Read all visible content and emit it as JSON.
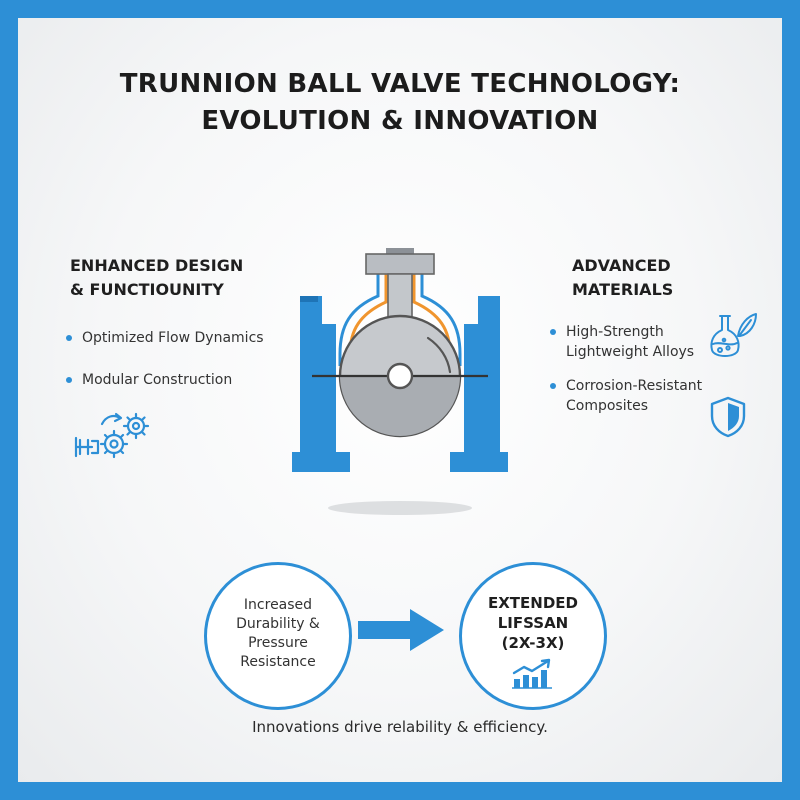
{
  "title": {
    "line1": "TRUNNION BALL VALVE TECHNOLOGY:",
    "line2": "EVOLUTION & INNOVATION"
  },
  "left": {
    "heading_line1": "ENHANCED DESIGN",
    "heading_line2": "& FUNCTIOUNITY",
    "bullets": [
      "Optimized Flow Dynamics",
      "Modular Construction"
    ]
  },
  "right": {
    "heading_line1": "ADVANCED",
    "heading_line2": "MATERIALS",
    "bullet1_line1": "High-Strength",
    "bullet1_line2": "Lightweight Alloys",
    "bullet2_line1": "Corrosion-Resistant",
    "bullet2_line2": "Composites"
  },
  "flow": {
    "left_circle": [
      "Increased",
      "Durability &",
      "Pressure",
      "Resistance"
    ],
    "right_circle": [
      "EXTENDED",
      "LIFSSAN",
      "(2X-3X)"
    ]
  },
  "tagline": "Innovations drive relability & efficiency.",
  "icons": {
    "left": "gears-pipe-icon",
    "right_top": "flask-leaf-icon",
    "right_bottom": "shield-icon",
    "chart": "bar-chart-trend-icon"
  },
  "colors": {
    "accent_blue": "#2d8fd6",
    "seal_orange": "#f0952e",
    "valve_gray": "#b9bdc2"
  }
}
